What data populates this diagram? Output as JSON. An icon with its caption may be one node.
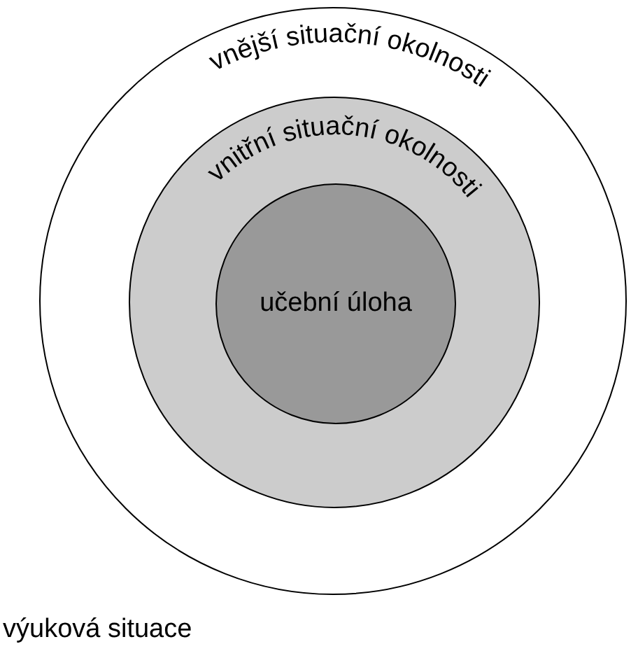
{
  "diagram": {
    "nodes": [
      {
        "text": [
          "vnější situační okolnosti"
        ]
      },
      {
        "text": [
          "vnitřní situační okolnosti"
        ],
        "in": 0
      },
      {
        "text": [
          "učební úloha"
        ],
        "in": 1
      }
    ],
    "labels": [
      "výuková situace"
    ]
  }
}
